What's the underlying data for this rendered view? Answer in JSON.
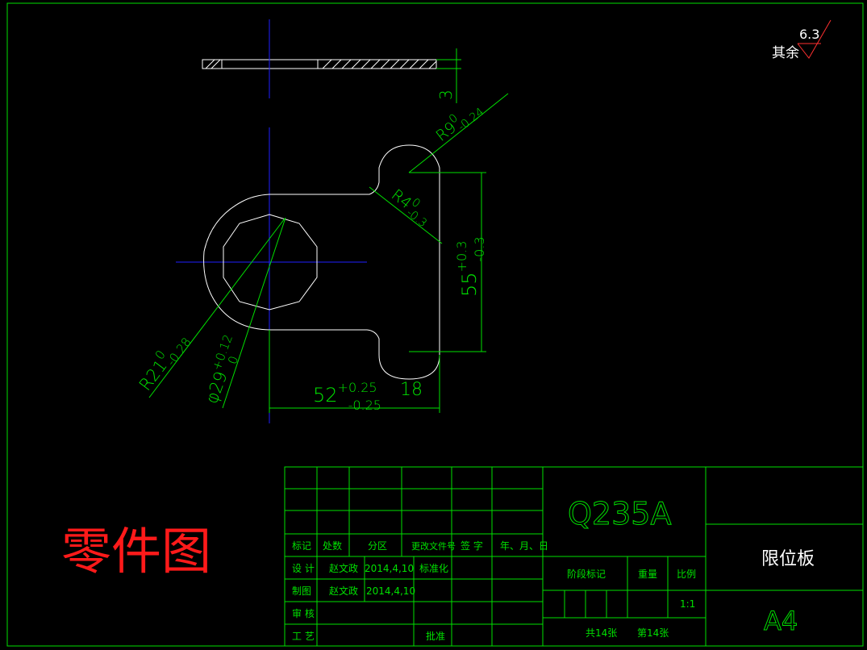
{
  "title_red": "零件图",
  "surface_finish": {
    "prefix": "其余",
    "value": "6.3"
  },
  "dimensions": {
    "thickness": "3",
    "r9": {
      "base": "R9",
      "upper": "0",
      "lower": "-0.24"
    },
    "r4": {
      "base": "R4",
      "upper": "0",
      "lower": "-0.3"
    },
    "d55": {
      "base": "55",
      "upper": "+0.3",
      "lower": "-0.3"
    },
    "d52": {
      "base": "52",
      "upper": "+0.25",
      "lower": "-0.25",
      "extra": "18"
    },
    "r21": {
      "base": "R21",
      "upper": "0",
      "lower": "-0.28"
    },
    "d29": {
      "base": "φ29",
      "upper": "+0.12",
      "lower": "0"
    }
  },
  "title_block": {
    "material": "Q235A",
    "part_name": "限位板",
    "sheet_size": "A4",
    "headers": [
      "标记",
      "处数",
      "分区",
      "更改文件号",
      "签 字",
      "年、月、日"
    ],
    "row_design": {
      "label": "设 计",
      "name": "赵文政",
      "date": "2014,4,10",
      "std": "标准化"
    },
    "row_draw": {
      "label": "制图",
      "name": "赵文政",
      "date": "2014,4,10"
    },
    "row_check": {
      "label": "审 核"
    },
    "row_process": {
      "label": "工 艺",
      "approve": "批准"
    },
    "stage_mark": "阶段标记",
    "weight": "重量",
    "scale_label": "比例",
    "scale_value": "1:1",
    "total_sheets": "共14张",
    "sheet_no": "第14张"
  }
}
